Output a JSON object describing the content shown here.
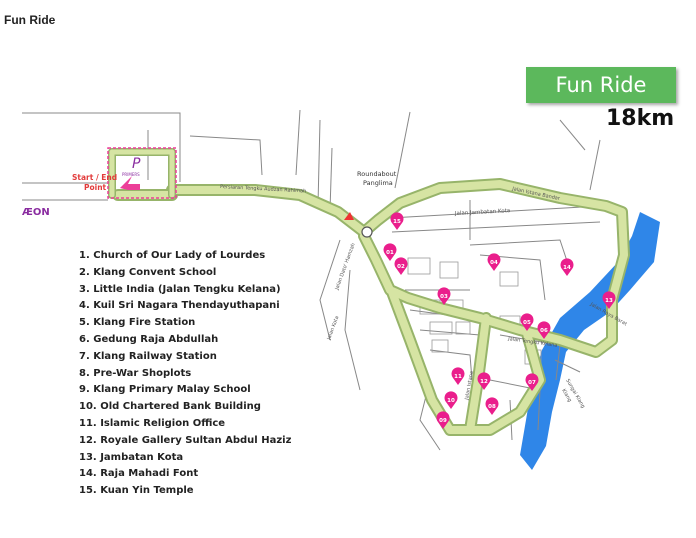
{
  "page_title": "Fun Ride",
  "map": {
    "badge_label": "Fun Ride",
    "distance": "18km",
    "start_label_line1": "Start / End",
    "start_label_line2": "Point",
    "brand_logo": "ÆON",
    "hotel_logo": "PRIMERS",
    "roundabout_line1": "Roundabout",
    "roundabout_line2": "Panglima",
    "roads": {
      "tengku_badar": "Persiaran Tengku Audzan Rahimah",
      "jambatan_kota": "Jalan Jambatan Kota",
      "istana_1": "Jalan Istana Bandar",
      "tengku_kelana": "Jalan Tengku Kelana",
      "kota": "Jalan Kota",
      "river": "Sungai Klang",
      "river_2": "Klang",
      "jalan_a": "Jalan Dato' Hamzah",
      "jalan_b": "Jalan Istana",
      "jalan_c": "Jalan Raya Barat"
    },
    "colors": {
      "route": "#d6e4a3",
      "route_edge": "#97b46a",
      "river": "#2f86e8",
      "marker": "#ea1e8c",
      "start_box": "#ec3e98"
    },
    "markers": [
      "01",
      "02",
      "03",
      "04",
      "05",
      "06",
      "07",
      "08",
      "09",
      "10",
      "11",
      "12",
      "13",
      "14",
      "15"
    ],
    "landmarks": [
      "1. Church of Our Lady of Lourdes",
      "2. Klang Convent School",
      "3. Little India (Jalan Tengku Kelana)",
      "4. Kuil Sri Nagara Thendayuthapani",
      "5. Klang Fire Station",
      "6. Gedung Raja Abdullah",
      "7. Klang Railway Station",
      "8. Pre-War Shoplots",
      "9. Klang Primary Malay School",
      "10. Old Chartered Bank Building",
      "11. Islamic Religion Office",
      "12. Royale Gallery Sultan Abdul Haziz",
      "13. Jambatan Kota",
      "14. Raja Mahadi Font",
      "15. Kuan Yin Temple"
    ]
  }
}
